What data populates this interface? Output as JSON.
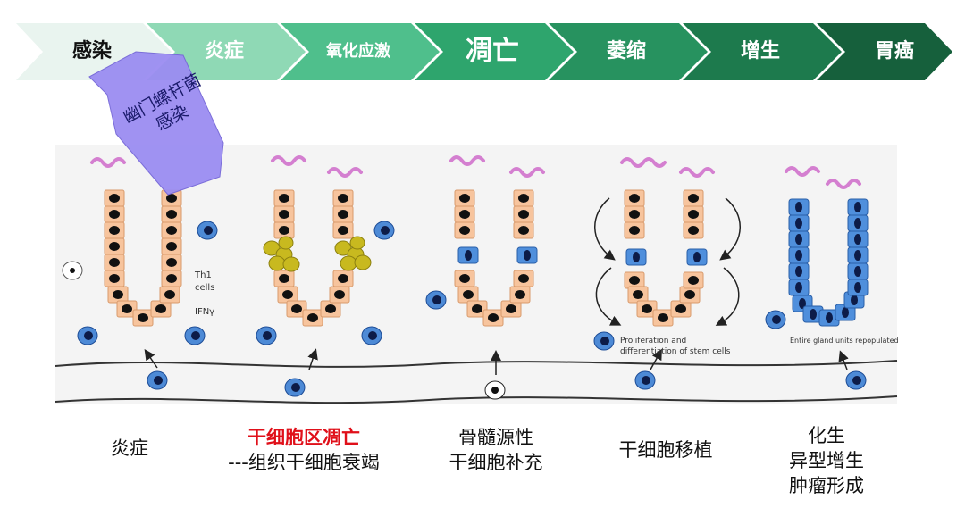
{
  "progression": {
    "steps": [
      {
        "label": "感染",
        "color": "#e9f4ef"
      },
      {
        "label": "炎症",
        "color": "#8fd9b5"
      },
      {
        "label": "氧化应激",
        "color": "#4fbf8c"
      },
      {
        "label": "凋亡",
        "color": "#2ea56d"
      },
      {
        "label": "萎缩",
        "color": "#27925f"
      },
      {
        "label": "增生",
        "color": "#1d7a4d"
      },
      {
        "label": "胃癌",
        "color": "#16603c"
      }
    ]
  },
  "callout": {
    "text": "幽门螺杆菌感染",
    "color": "#9b8df2"
  },
  "diagram": {
    "labels": {
      "th1": "Th1",
      "cells": "cells",
      "ifn": "IFNγ",
      "proliferation1": "Proliferation and",
      "proliferation2": "differentiation of stem cells",
      "repopulated": "Entire gland units repopulated"
    }
  },
  "captions": {
    "c1": {
      "line1": "炎症"
    },
    "c2": {
      "line1": "干细胞区凋亡",
      "line2": "---组织干细胞衰竭"
    },
    "c3": {
      "line1": "骨髓源性",
      "line2": "干细胞补充"
    },
    "c4": {
      "line1": "干细胞移植"
    },
    "c5": {
      "line1": "化生",
      "line2": "异型增生",
      "line3": "肿瘤形成"
    }
  }
}
